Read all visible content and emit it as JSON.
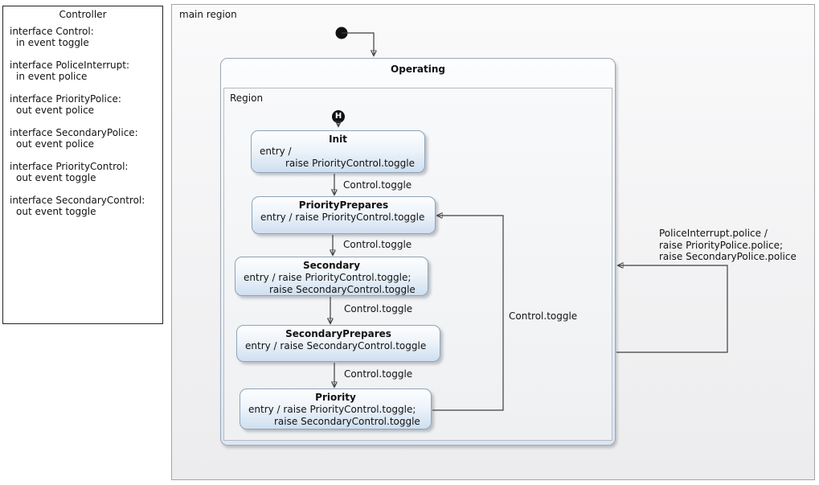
{
  "controller": {
    "title": "Controller",
    "interfaces": [
      {
        "declaration": "interface Control:",
        "event": "in event toggle"
      },
      {
        "declaration": "interface PoliceInterrupt:",
        "event": "in event police"
      },
      {
        "declaration": "interface PriorityPolice:",
        "event": "out event police"
      },
      {
        "declaration": "interface SecondaryPolice:",
        "event": "out event police"
      },
      {
        "declaration": "interface PriorityControl:",
        "event": "out event toggle"
      },
      {
        "declaration": "interface SecondaryControl:",
        "event": "out event toggle"
      }
    ]
  },
  "diagram": {
    "main_region_label": "main region",
    "operating": {
      "title": "Operating",
      "region_label": "Region"
    },
    "history_node_label": "H",
    "states": [
      {
        "name": "Init",
        "body": [
          "entry /",
          "raise PriorityControl.toggle"
        ]
      },
      {
        "name": "PriorityPrepares",
        "body": [
          "entry / raise PriorityControl.toggle"
        ]
      },
      {
        "name": "Secondary",
        "body": [
          "entry / raise PriorityControl.toggle;",
          "raise SecondaryControl.toggle"
        ]
      },
      {
        "name": "SecondaryPrepares",
        "body": [
          "entry / raise SecondaryControl.toggle"
        ]
      },
      {
        "name": "Priority",
        "body": [
          "entry / raise PriorityControl.toggle;",
          "raise SecondaryControl.toggle"
        ]
      }
    ],
    "transitions": {
      "init_to_priority_prepares": "Control.toggle",
      "priority_prepares_to_secondary": "Control.toggle",
      "secondary_to_secondary_prepares": "Control.toggle",
      "secondary_prepares_to_priority": "Control.toggle",
      "priority_to_priority_prepares": "Control.toggle",
      "police_self_transition": {
        "lines": [
          "PoliceInterrupt.police /",
          "raise PriorityPolice.police;",
          "raise SecondaryPolice.police"
        ]
      }
    },
    "colors": {
      "state_fill_top": "#fdfeff",
      "state_fill_bottom": "#cfdff0",
      "state_border": "#8fa3b8",
      "composite_fill_bottom": "#dbe6f2",
      "region_border": "#b6bcc4",
      "main_region_fill": "#f0f0f2",
      "transition_line": "#3f3f3f",
      "node_fill": "#111111"
    }
  }
}
